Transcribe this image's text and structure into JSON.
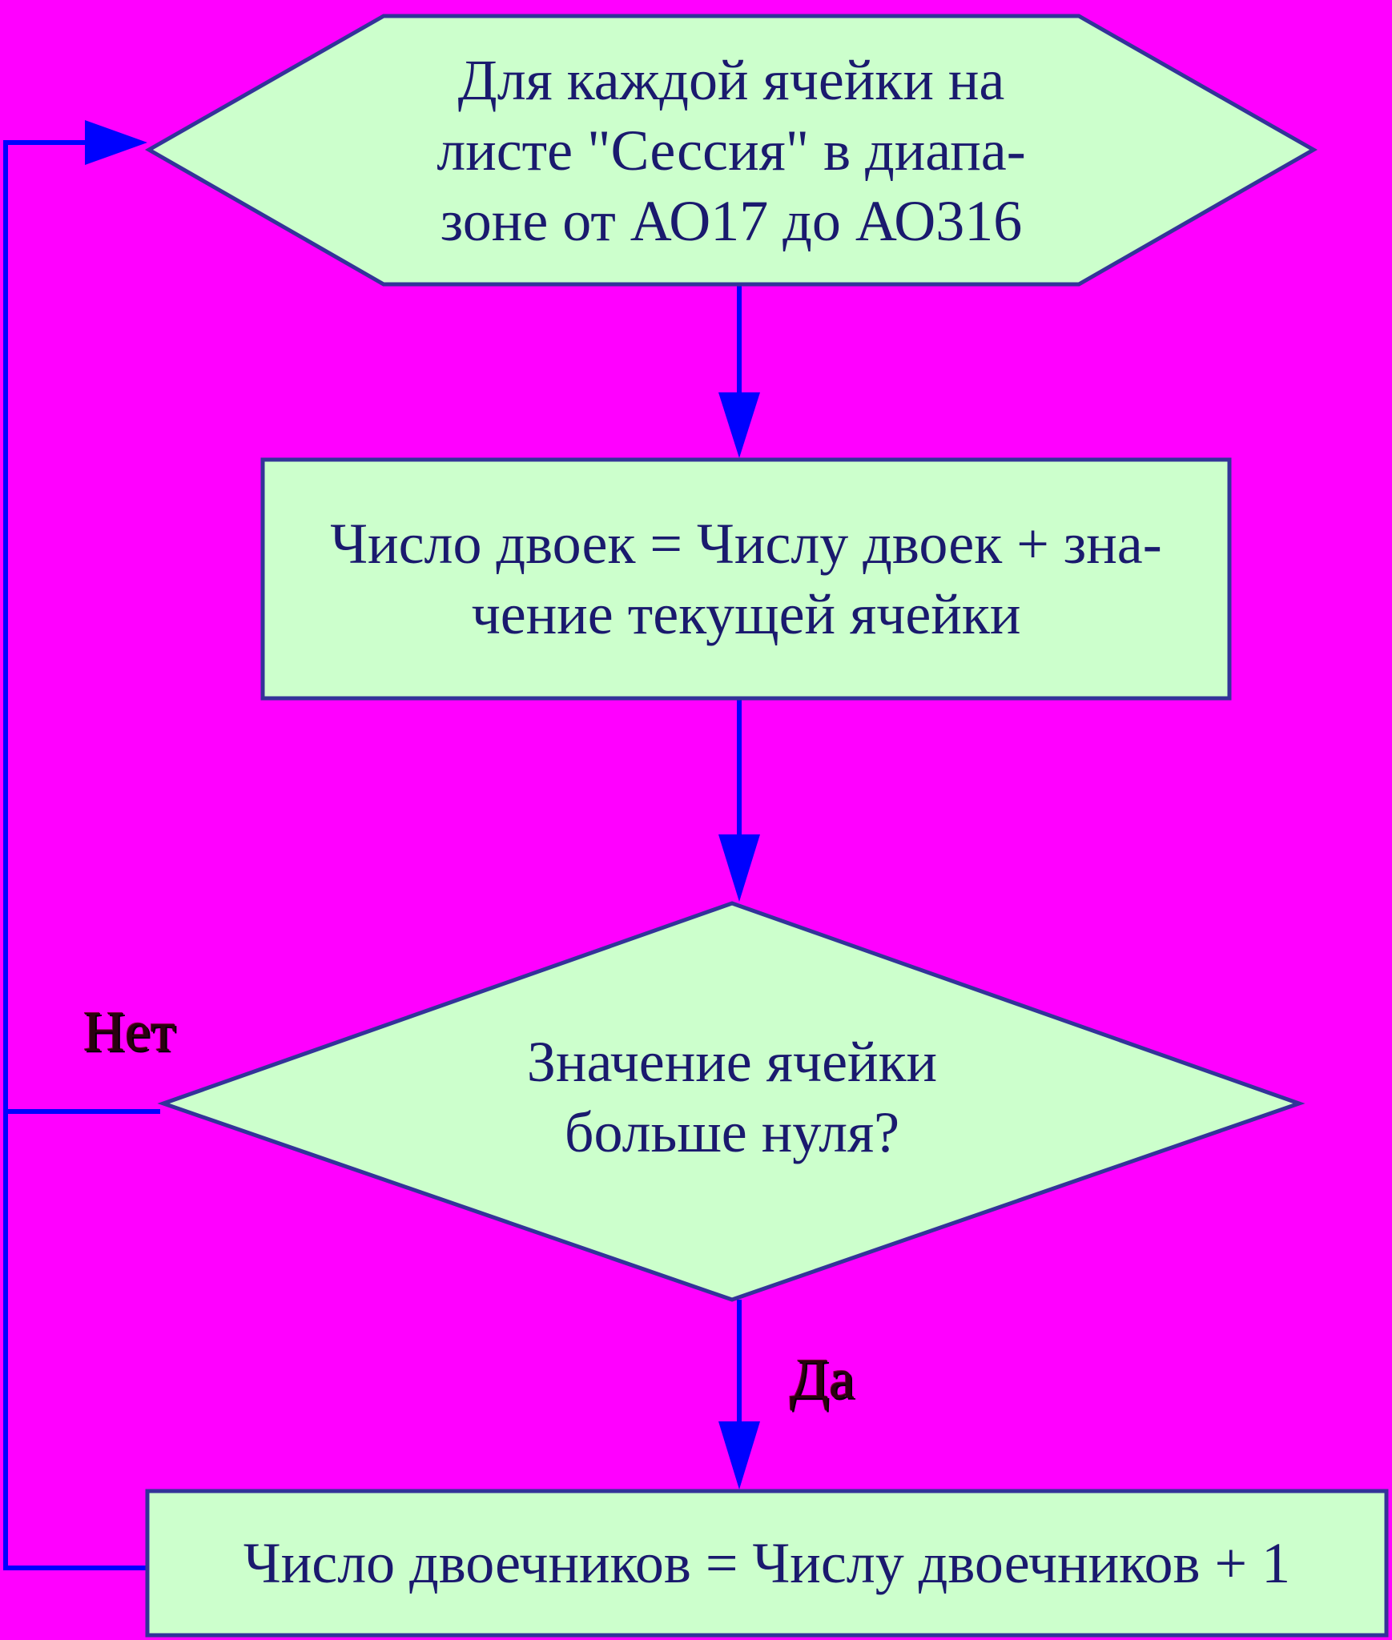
{
  "colors": {
    "background": "#FF00FF",
    "node_fill": "#CCFFCC",
    "node_border": "#333399",
    "connector": "#0000FF",
    "text": "#1A1A6E"
  },
  "nodes": {
    "loop": {
      "shape": "hexagon",
      "lines": [
        "Для каждой ячейки на",
        "листе \"Сессия\" в диапа-",
        "зоне от АО17 до АО316"
      ]
    },
    "sum": {
      "shape": "rectangle",
      "lines": [
        "Число двоек = Числу двоек + зна-",
        "чение текущей ячейки"
      ]
    },
    "decision": {
      "shape": "diamond",
      "lines": [
        "Значение ячейки",
        "больше нуля?"
      ]
    },
    "count": {
      "shape": "rectangle",
      "lines": [
        "Число двоечников = Числу двоечников + 1"
      ]
    }
  },
  "branches": {
    "no_label": "Нет",
    "yes_label": "Да"
  }
}
